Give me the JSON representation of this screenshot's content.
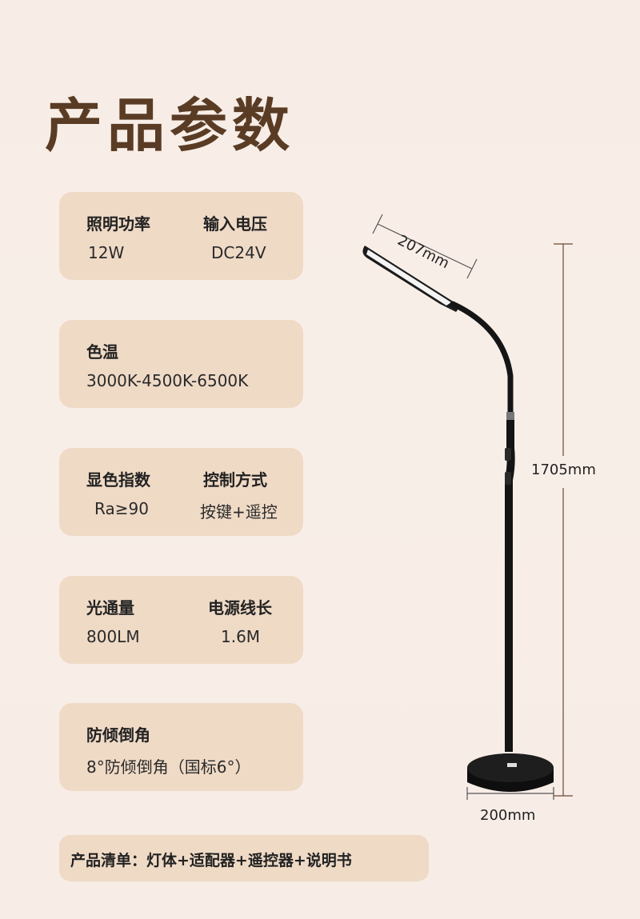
{
  "page_title": "产品参数",
  "specs": [
    {
      "label": "照明功率",
      "value": "12W",
      "label2": "输入电压",
      "value2": "DC24V"
    },
    {
      "label": "色温",
      "value": "3000K-4500K-6500K"
    },
    {
      "label": "显色指数",
      "value": "Ra≥90",
      "label2": "控制方式",
      "value2": "按键+遥控"
    },
    {
      "label": "光通量",
      "value": "800LM",
      "label2": "电源线长",
      "value2": "1.6M"
    },
    {
      "label": "防倾倒角",
      "value": "8°防倾倒角（国标6°）"
    }
  ],
  "packing_list": "产品清单：灯体+适配器+遥控器+说明书",
  "dimensions": {
    "head_width": "207mm",
    "height": "1705mm",
    "base_diameter": "200mm"
  },
  "colors": {
    "title": "#5a3c25",
    "card_bg": "#efdac6",
    "page_bg": "#f7ede6"
  }
}
